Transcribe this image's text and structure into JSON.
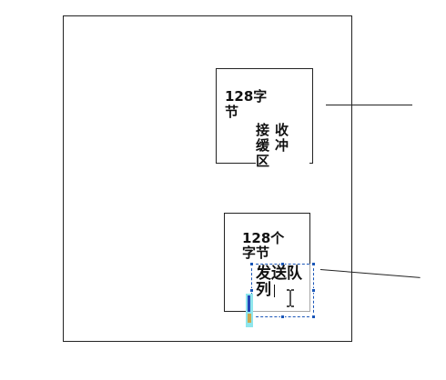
{
  "receive_buffer": {
    "size_line1": "128字",
    "size_line2": "节",
    "name_col1": [
      "接",
      "缓",
      "区"
    ],
    "name_col2": [
      "收",
      "冲"
    ]
  },
  "send_queue": {
    "size_line1": "128个",
    "size_line2": "字节",
    "editing_line1": "发送队",
    "editing_line2": "列"
  },
  "colors": {
    "selection": "#1a56b8",
    "highlight": "#8fe6ec"
  },
  "icons": [
    "text-cursor-icon",
    "resize-handle-icon"
  ]
}
